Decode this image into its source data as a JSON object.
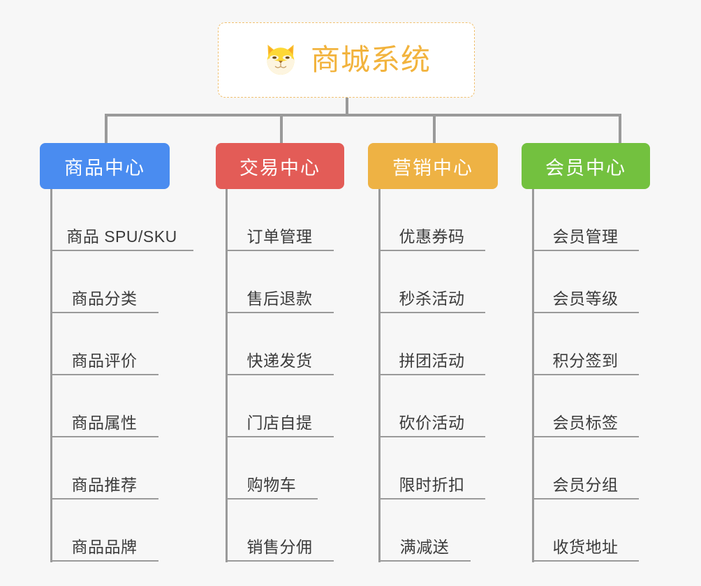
{
  "page": {
    "background_color": "#f7f7f7",
    "type": "mindmap-tree"
  },
  "root": {
    "title": "商城系统",
    "icon": "shiba-dog-icon",
    "title_color": "#f2b33d",
    "border_color": "#f0c070",
    "background_color": "#ffffff"
  },
  "columns": [
    {
      "id": "product-center",
      "label": "商品中心",
      "color": "#4a8cf0",
      "items": [
        "商品 SPU/SKU",
        "商品分类",
        "商品评价",
        "商品属性",
        "商品推荐",
        "商品品牌"
      ]
    },
    {
      "id": "trade-center",
      "label": "交易中心",
      "color": "#e35c57",
      "items": [
        "订单管理",
        "售后退款",
        "快递发货",
        "门店自提",
        "购物车",
        "销售分佣"
      ]
    },
    {
      "id": "marketing-center",
      "label": "营销中心",
      "color": "#eeb244",
      "items": [
        "优惠券码",
        "秒杀活动",
        "拼团活动",
        "砍价活动",
        "限时折扣",
        "满减送"
      ]
    },
    {
      "id": "member-center",
      "label": "会员中心",
      "color": "#73c13f",
      "items": [
        "会员管理",
        "会员等级",
        "积分签到",
        "会员标签",
        "会员分组",
        "收货地址"
      ]
    }
  ],
  "connectors": {
    "line_color": "#9a9a9a"
  }
}
